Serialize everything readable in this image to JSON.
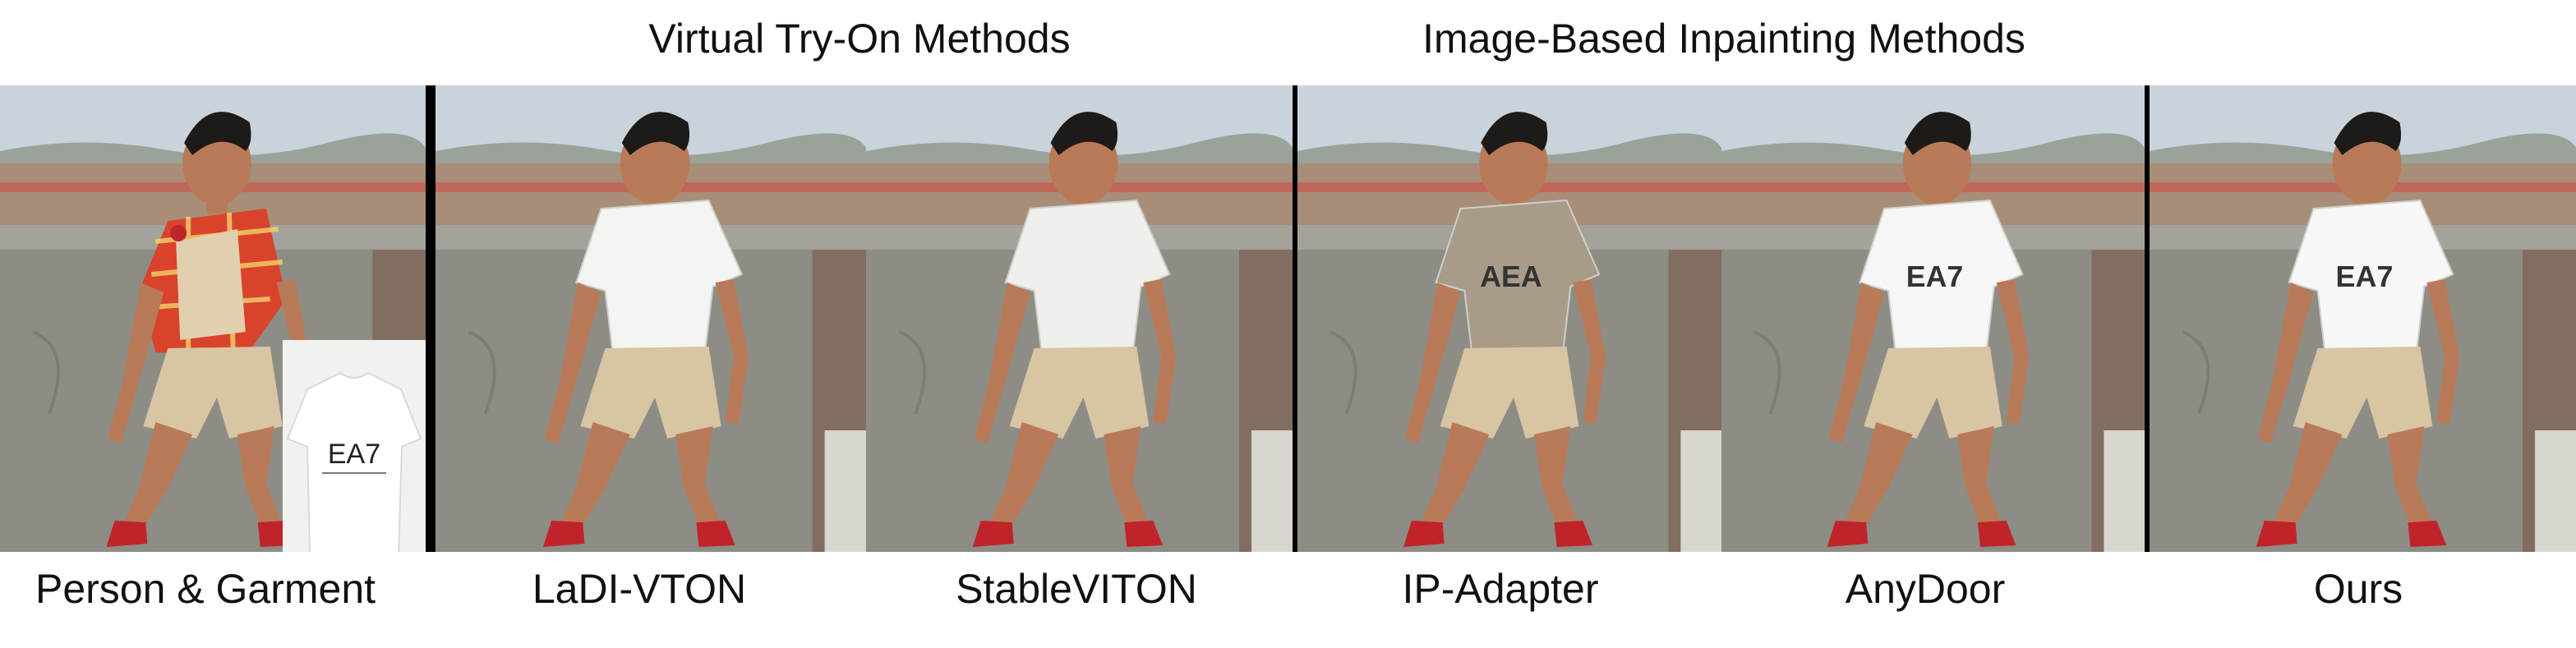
{
  "groups": {
    "virtual_try_on": "Virtual Try-On Methods",
    "inpainting": "Image-Based Inpainting Methods"
  },
  "columns": [
    {
      "caption": "Person & Garment",
      "shirt_color": "#d9432c",
      "shirt_style": "plaid",
      "print": ""
    },
    {
      "caption": "LaDI-VTON",
      "shirt_color": "#f4f4f2",
      "shirt_style": "tee",
      "print": ""
    },
    {
      "caption": "StableVITON",
      "shirt_color": "#efefec",
      "shirt_style": "tee",
      "print": ""
    },
    {
      "caption": "IP-Adapter",
      "shirt_color": "#a89b88",
      "shirt_style": "tee",
      "print": "AEA"
    },
    {
      "caption": "AnyDoor",
      "shirt_color": "#f6f6f6",
      "shirt_style": "tee",
      "print": "EA7"
    },
    {
      "caption": "Ours",
      "shirt_color": "#f7f7f7",
      "shirt_style": "tee",
      "print": "EA7"
    }
  ],
  "garment": {
    "print": "EA7"
  },
  "colors": {
    "sky": "#c9d3dc",
    "wall": "#8e8d85",
    "skin": "#b97a57",
    "shorts": "#d8c5a4",
    "hair": "#1d1a17",
    "shoes": "#c0242a"
  }
}
